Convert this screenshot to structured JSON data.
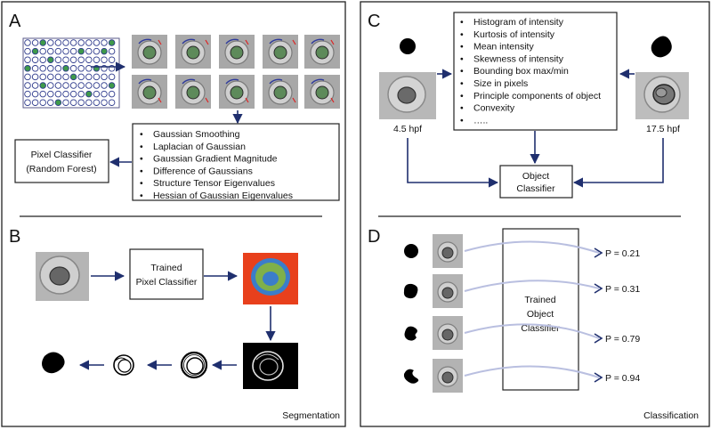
{
  "panels": {
    "A": {
      "letter": "A",
      "features": [
        "Gaussian Smoothing",
        "Laplacian of Gaussian",
        "Gaussian Gradient Magnitude",
        "Difference of Gaussians",
        "Structure Tensor Eigenvalues",
        "Hessian of Gaussian Eigenvalues"
      ],
      "classifier_line1": "Pixel Classifier",
      "classifier_line2": "(Random Forest)"
    },
    "B": {
      "letter": "B",
      "trained_line1": "Trained",
      "trained_line2": "Pixel Classifier",
      "caption": "Segmentation"
    },
    "C": {
      "letter": "C",
      "features": [
        "Histogram of intensity",
        "Kurtosis of intensity",
        "Mean intensity",
        "Skewness of intensity",
        "Bounding box max/min",
        "Size in pixels",
        "Principle components of object",
        "Convexity",
        "….."
      ],
      "left_stage": "4.5 hpf",
      "right_stage": "17.5 hpf",
      "classifier_line1": "Object",
      "classifier_line2": "Classifier"
    },
    "D": {
      "letter": "D",
      "trained_line1": "Trained",
      "trained_line2": "Object",
      "trained_line3": "Classifier",
      "probabilities": [
        "P = 0.21",
        "P = 0.31",
        "P = 0.79",
        "P = 0.94"
      ],
      "caption": "Classification"
    }
  },
  "colors": {
    "arrow": "#1f2f6e",
    "plate_well": "#2e3a8c",
    "plate_hit": "#3f9a4a",
    "seg_bg": "#e8401c",
    "seg_ring": "#3b7dc9",
    "seg_core": "#7fb04a",
    "curve": "#b9bfe0"
  }
}
